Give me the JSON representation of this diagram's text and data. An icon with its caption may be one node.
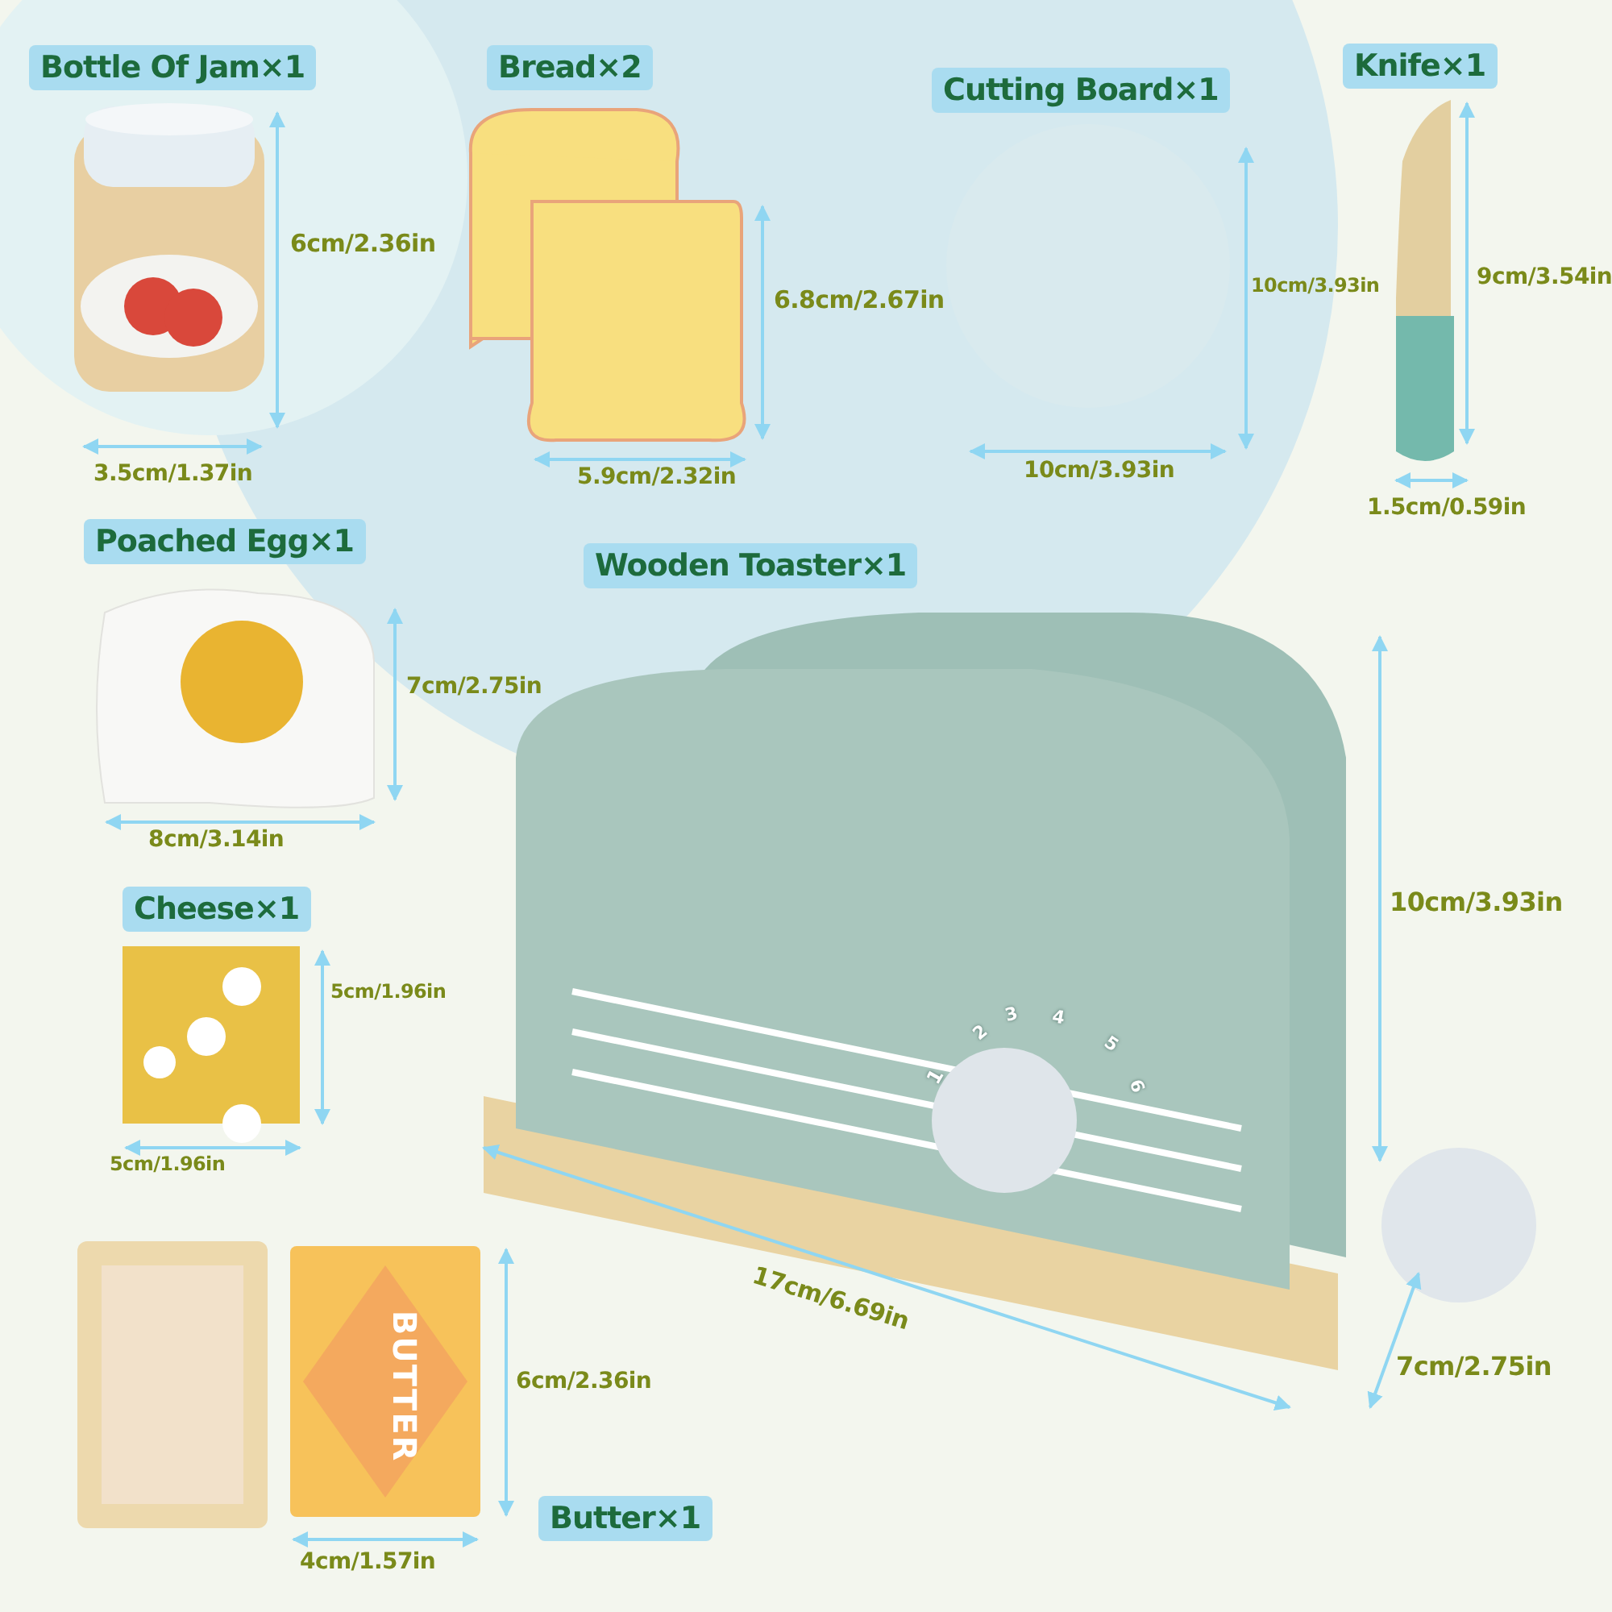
{
  "diagram": {
    "nodes": [
      {
        "text": [
          "Bottle Of Jam×1"
        ]
      },
      {
        "text": [
          "Bread×2"
        ]
      },
      {
        "text": [
          "Cutting Board×1"
        ]
      },
      {
        "text": [
          "Knife×1"
        ]
      },
      {
        "text": [
          "Poached Egg×1"
        ]
      },
      {
        "text": [
          "Wooden Toaster×1"
        ]
      },
      {
        "text": [
          "Cheese×1"
        ]
      },
      {
        "text": [
          "Butter×1"
        ]
      }
    ],
    "labels": [
      "6cm/2.36in",
      "6.8cm/2.67in",
      "10cm/3.93in",
      "9cm/3.54in",
      "3.5cm/1.37in",
      "5.9cm/2.32in",
      "10cm/3.93in",
      "1.5cm/0.59in",
      "7cm/2.75in",
      "8cm/3.14in",
      "10cm/3.93in",
      "5cm/1.96in",
      "5cm/1.96in",
      "1",
      "2",
      "3",
      "4",
      "5",
      "6",
      "17cm/6.69in",
      "BUTTER",
      "6cm/2.36in",
      "7cm/2.75in",
      "4cm/1.57in"
    ]
  }
}
